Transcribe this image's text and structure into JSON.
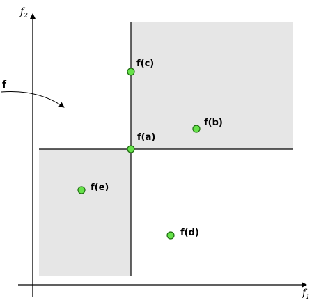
{
  "axes": {
    "y_label": "f",
    "y_subscript": "2",
    "x_label": "f",
    "x_subscript": "1"
  },
  "mapping_label": "f",
  "points": [
    {
      "id": "a",
      "label": "f(a)"
    },
    {
      "id": "b",
      "label": "f(b)"
    },
    {
      "id": "c",
      "label": "f(c)"
    },
    {
      "id": "d",
      "label": "f(d)"
    },
    {
      "id": "e",
      "label": "f(e)"
    }
  ],
  "colors": {
    "region_fill": "#e6e6e6",
    "point_fill": "#66e24a",
    "axis": "#000000"
  }
}
